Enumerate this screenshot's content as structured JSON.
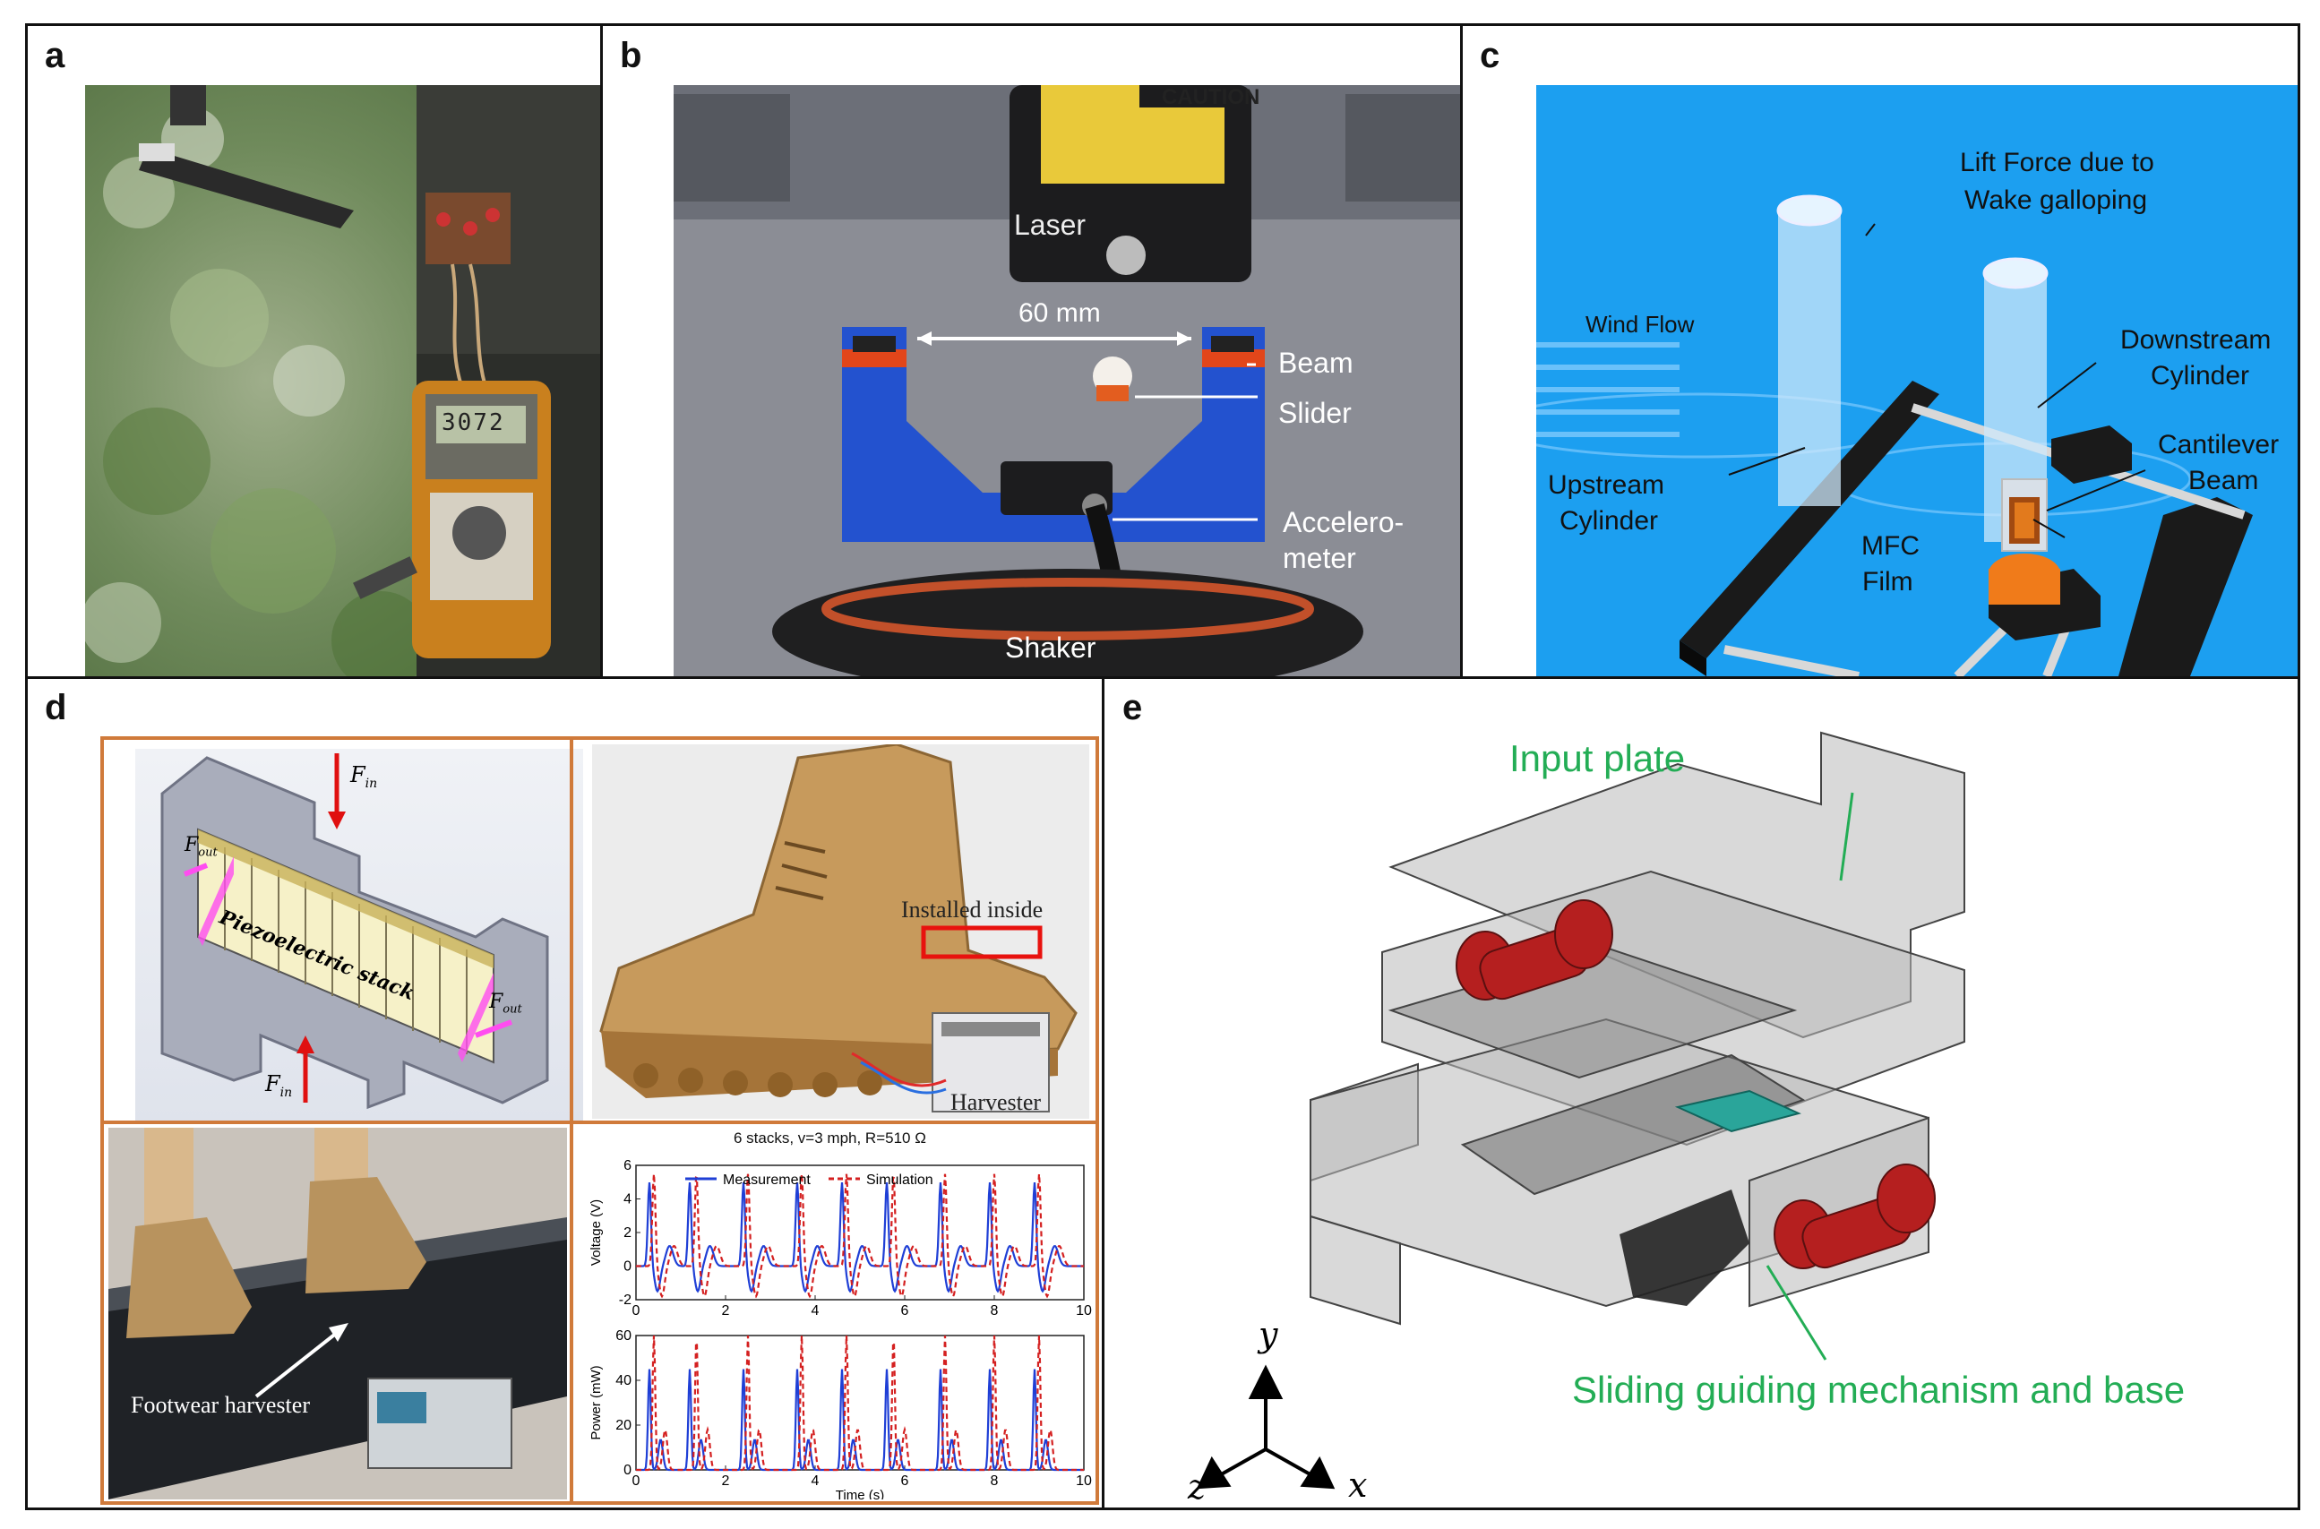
{
  "panels": {
    "a": {
      "label": "a",
      "meter_reading": "3072"
    },
    "b": {
      "label": "b",
      "caution": "CAUTION",
      "laser": "Laser",
      "distance": "60 mm",
      "beam": "Beam",
      "slider": "Slider",
      "accel_line1": "Accelero-",
      "accel_line2": "meter",
      "shaker": "Shaker"
    },
    "c": {
      "label": "c",
      "lift_line1": "Lift Force due to",
      "lift_line2": "Wake galloping",
      "wind": "Wind Flow",
      "downstream_line1": "Downstream",
      "downstream_line2": "Cylinder",
      "cantilever_line1": "Cantilever",
      "cantilever_line2": "Beam",
      "upstream_line1": "Upstream",
      "upstream_line2": "Cylinder",
      "mfc_line1": "MFC",
      "mfc_line2": "Film"
    },
    "d": {
      "label": "d",
      "fin": "F",
      "fin_sub": "in",
      "fout": "F",
      "fout_sub": "out",
      "stack_label": "Piezoelectric stack",
      "installed": "Installed inside",
      "harvester": "Harvester",
      "footwear": "Footwear harvester",
      "chart_title": "6 stacks, v=3 mph, R=510 Ω"
    },
    "e": {
      "label": "e",
      "input_plate": "Input plate",
      "sliding": "Sliding guiding mechanism and base",
      "axis_y": "y",
      "axis_z": "z",
      "axis_x": "x"
    }
  },
  "chart_data": [
    {
      "type": "line",
      "title": "6 stacks, v=3 mph, R=510 Ω",
      "xlabel": "",
      "ylabel": "Voltage (V)",
      "xlim": [
        0,
        10
      ],
      "ylim": [
        -2,
        6
      ],
      "xticks": [
        "0",
        "2",
        "4",
        "6",
        "8",
        "10"
      ],
      "yticks": [
        "-2",
        "0",
        "2",
        "4",
        "6"
      ],
      "series": [
        {
          "name": "Measurement",
          "color": "#1f3fd6",
          "peaks_t": [
            0.3,
            1.2,
            2.4,
            3.6,
            4.6,
            5.6,
            6.8,
            7.9,
            8.9
          ],
          "peak_value": 5.0,
          "trough_value": -1.5
        },
        {
          "name": "Simulation",
          "color": "#d42020",
          "peaks_t": [
            0.4,
            1.35,
            2.5,
            3.7,
            4.7,
            5.75,
            6.9,
            8.0,
            9.0
          ],
          "peak_value": 5.5,
          "trough_value": -1.8
        }
      ],
      "legend": "top"
    },
    {
      "type": "line",
      "title": "",
      "xlabel": "Time (s)",
      "ylabel": "Power (mW)",
      "xlim": [
        0,
        10
      ],
      "ylim": [
        0,
        60
      ],
      "xticks": [
        "0",
        "2",
        "4",
        "6",
        "8",
        "10"
      ],
      "yticks": [
        "0",
        "20",
        "40",
        "60"
      ],
      "series": [
        {
          "name": "Measurement",
          "color": "#1f3fd6",
          "peaks_t": [
            0.3,
            1.2,
            2.4,
            3.6,
            4.6,
            5.6,
            6.8,
            7.9,
            8.9
          ],
          "peak_value": 45
        },
        {
          "name": "Simulation",
          "color": "#d42020",
          "peaks_t": [
            0.4,
            1.35,
            2.5,
            3.7,
            4.7,
            5.75,
            6.9,
            8.0,
            9.0
          ],
          "peak_value": 60
        }
      ]
    }
  ]
}
